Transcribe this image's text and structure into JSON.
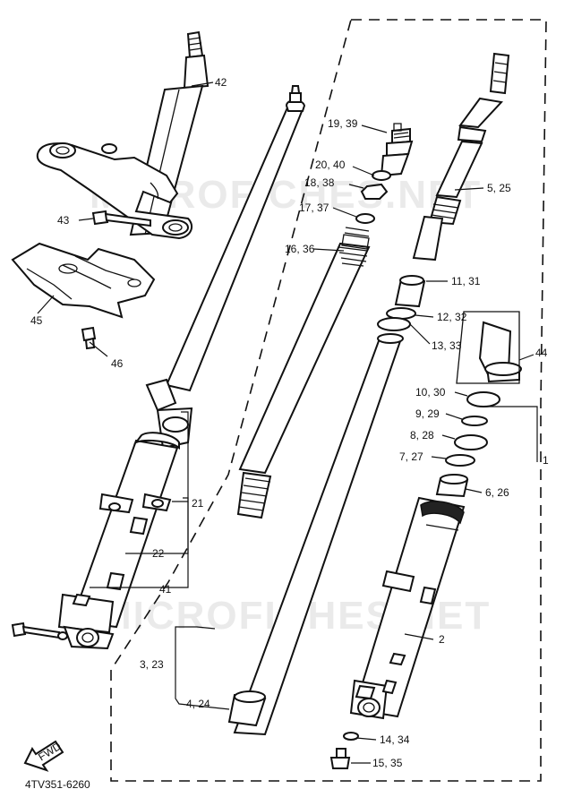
{
  "watermarks": [
    "MICROFICHES.NET",
    "MICROFICHES.NET"
  ],
  "drawing_code": "4TV351-6260",
  "fwd_label": "FWD",
  "callouts": {
    "c42": "42",
    "c43": "43",
    "c45": "45",
    "c46": "46",
    "c21": "21",
    "c22": "22",
    "c41": "41",
    "c19": "19, 39",
    "c20": "20, 40",
    "c18": "18, 38",
    "c17": "17, 37",
    "c16": "16, 36",
    "c5": "5, 25",
    "c11": "11, 31",
    "c12": "12, 32",
    "c13": "13, 33",
    "c44": "44",
    "c10": "10, 30",
    "c9": "9, 29",
    "c8": "8, 28",
    "c7": "7, 27",
    "c1": "1",
    "c6": "6, 26",
    "c2": "2",
    "c3": "3, 23",
    "c4": "4, 24",
    "c14": "14, 34",
    "c15": "15, 35"
  }
}
